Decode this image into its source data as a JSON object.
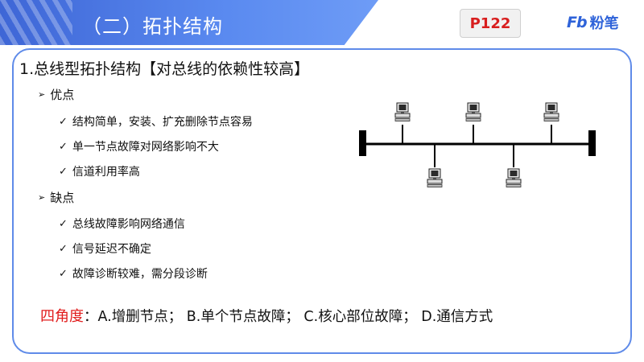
{
  "header": {
    "title": "（二）拓扑结构",
    "page_ref": "P122",
    "brand_mark": "Fb",
    "brand_name": "粉笔"
  },
  "content": {
    "heading": "1.总线型拓扑结构【对总线的依赖性较高】",
    "advantages": {
      "label": "优点",
      "items": [
        "结构简单，安装、扩充删除节点容易",
        "单一节点故障对网络影响不大",
        "信道利用率高"
      ]
    },
    "disadvantages": {
      "label": "缺点",
      "items": [
        "总线故障影响网络通信",
        "信号延迟不确定",
        "故障诊断较难，需分段诊断"
      ]
    },
    "footer": {
      "emphasis": "四角度",
      "text": "：A.增删节点；  B.单个节点故障；  C.核心部位故障；  D.通信方式"
    }
  },
  "icons": {
    "section_marker": "arrowhead-icon",
    "item_marker": "checkmark-icon",
    "diagram_node": "computer-icon"
  },
  "colors": {
    "banner_blue": "#4a78e6",
    "panel_border": "#5f8be9",
    "accent_red": "#e11d1d",
    "brand_blue": "#2f63d9"
  }
}
